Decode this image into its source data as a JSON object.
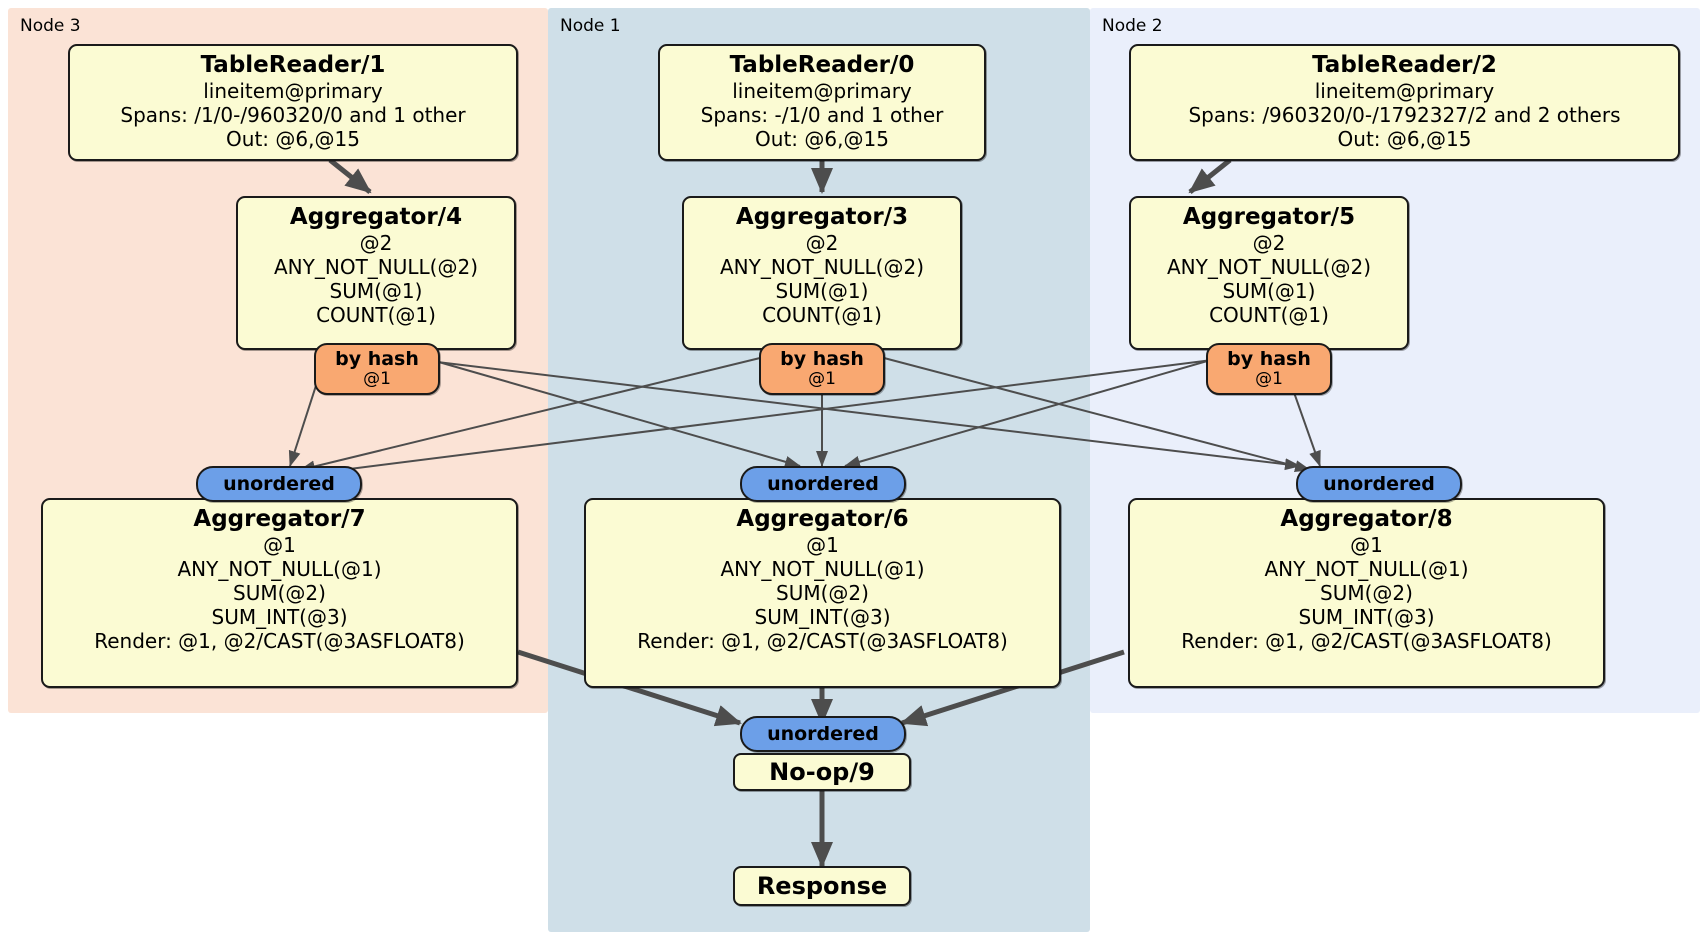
{
  "diagram": {
    "type": "distributed-query-plan",
    "title": "Distributed SQL physical plan"
  },
  "colors": {
    "node3_panel": "#fbe3d6",
    "node1_panel": "#cfdfe8",
    "node2_panel": "#eaeffb",
    "processor_fill": "#fbfbd3",
    "hash_badge": "#f9a871",
    "unordered_badge": "#6c9fe8",
    "edge_stroke": "#4d4d4d",
    "border": "#1a1a1a"
  },
  "panels": [
    {
      "id": "node3",
      "label": "Node 3"
    },
    {
      "id": "node1",
      "label": "Node 1"
    },
    {
      "id": "node2",
      "label": "Node 2"
    }
  ],
  "processors": {
    "tablereader1": {
      "title": "TableReader/1",
      "lines": [
        "lineitem@primary",
        "Spans: /1/0-/960320/0 and 1 other",
        "Out: @6,@15"
      ]
    },
    "tablereader0": {
      "title": "TableReader/0",
      "lines": [
        "lineitem@primary",
        "Spans: -/1/0 and 1 other",
        "Out: @6,@15"
      ]
    },
    "tablereader2": {
      "title": "TableReader/2",
      "lines": [
        "lineitem@primary",
        "Spans: /960320/0-/1792327/2 and 2 others",
        "Out: @6,@15"
      ]
    },
    "aggregator4": {
      "title": "Aggregator/4",
      "lines": [
        "@2",
        "ANY_NOT_NULL(@2)",
        "SUM(@1)",
        "COUNT(@1)"
      ]
    },
    "aggregator3": {
      "title": "Aggregator/3",
      "lines": [
        "@2",
        "ANY_NOT_NULL(@2)",
        "SUM(@1)",
        "COUNT(@1)"
      ]
    },
    "aggregator5": {
      "title": "Aggregator/5",
      "lines": [
        "@2",
        "ANY_NOT_NULL(@2)",
        "SUM(@1)",
        "COUNT(@1)"
      ]
    },
    "aggregator7": {
      "title": "Aggregator/7",
      "lines": [
        "@1",
        "ANY_NOT_NULL(@1)",
        "SUM(@2)",
        "SUM_INT(@3)",
        "Render: @1, @2/CAST(@3ASFLOAT8)"
      ]
    },
    "aggregator6": {
      "title": "Aggregator/6",
      "lines": [
        "@1",
        "ANY_NOT_NULL(@1)",
        "SUM(@2)",
        "SUM_INT(@3)",
        "Render: @1, @2/CAST(@3ASFLOAT8)"
      ]
    },
    "aggregator8": {
      "title": "Aggregator/8",
      "lines": [
        "@1",
        "ANY_NOT_NULL(@1)",
        "SUM(@2)",
        "SUM_INT(@3)",
        "Render: @1, @2/CAST(@3ASFLOAT8)"
      ]
    },
    "noop9": {
      "title": "No-op/9"
    },
    "response": {
      "title": "Response"
    }
  },
  "badges": {
    "hash_left": {
      "title": "by hash",
      "sub": "@1"
    },
    "hash_center": {
      "title": "by hash",
      "sub": "@1"
    },
    "hash_right": {
      "title": "by hash",
      "sub": "@1"
    },
    "unordered_left": {
      "title": "unordered"
    },
    "unordered_center": {
      "title": "unordered"
    },
    "unordered_right": {
      "title": "unordered"
    },
    "unordered_final": {
      "title": "unordered"
    }
  }
}
